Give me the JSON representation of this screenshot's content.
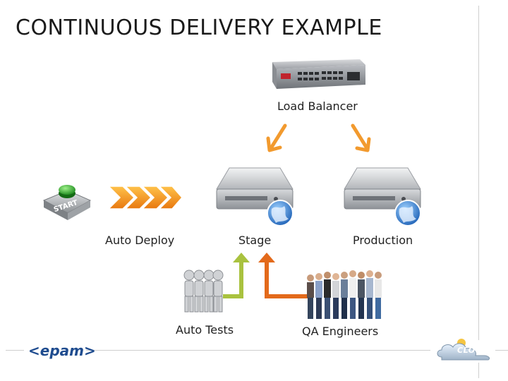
{
  "slide": {
    "title": "CONTINUOUS DELIVERY EXAMPLE"
  },
  "nodes": {
    "load_balancer": "Load Balancer",
    "stage": "Stage",
    "production": "Production",
    "auto_deploy": "Auto Deploy",
    "auto_tests": "Auto Tests",
    "qa_engineers": "QA Engineers"
  },
  "start_button_text": "START",
  "footer": {
    "left_logo": "<epam>",
    "right_logo": "CLOUD"
  },
  "colors": {
    "orange_arrow": "#f29a2e",
    "dark_orange_arrow": "#e36a1b",
    "green_arrow": "#a9c23f",
    "title": "#1a1a1a",
    "epam_blue": "#1f4c8f"
  },
  "icons": [
    "switch-device-icon",
    "server-icon",
    "globe-icon",
    "start-button-icon",
    "chevron-arrows-icon",
    "robot-group-icon",
    "people-group-icon",
    "cloud-icon"
  ]
}
